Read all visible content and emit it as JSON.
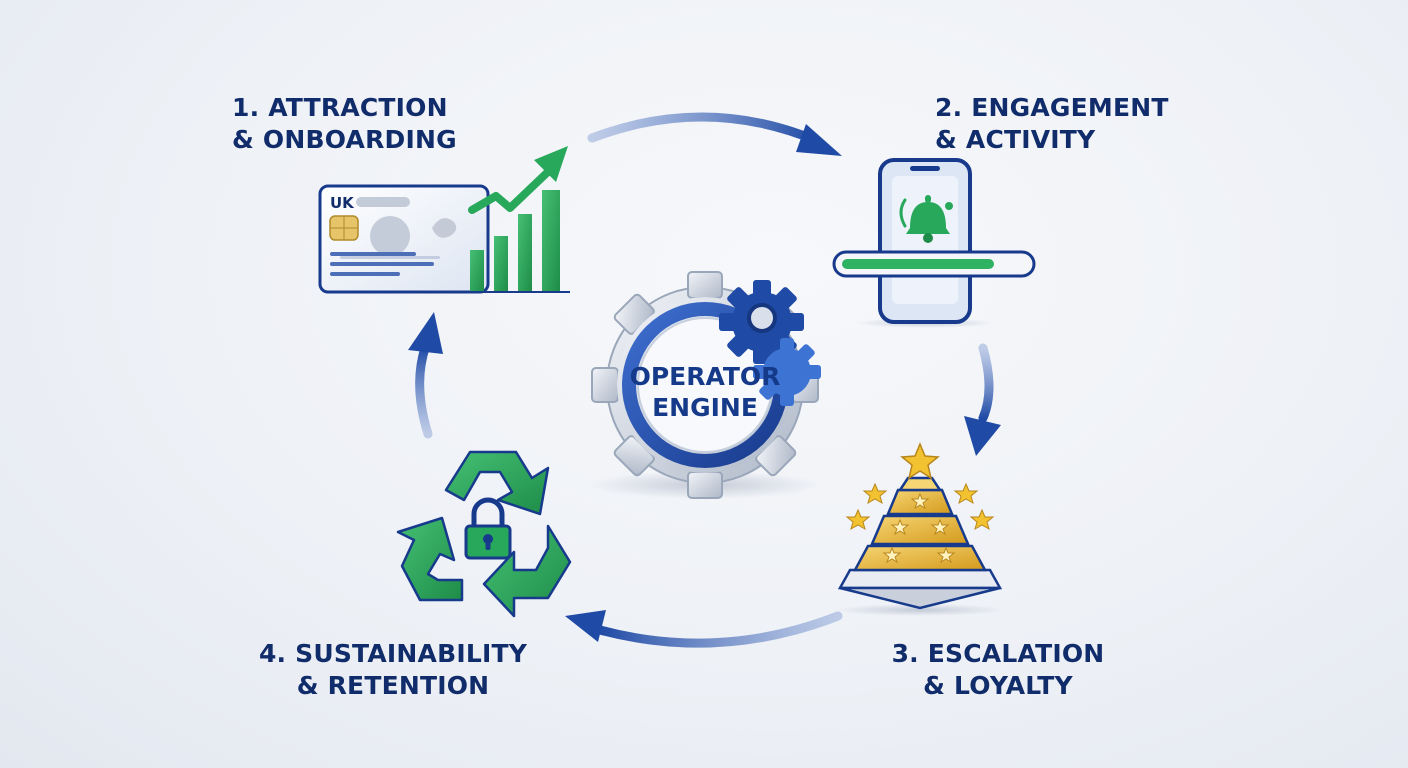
{
  "center": {
    "line1": "OPERATOR",
    "line2": "ENGINE"
  },
  "stages": [
    {
      "line1": "1. ATTRACTION",
      "line2": "& ONBOARDING",
      "icon": "id-card-growth-chart-icon"
    },
    {
      "line1": "2. ENGAGEMENT",
      "line2": "& ACTIVITY",
      "icon": "smartphone-bell-icon"
    },
    {
      "line1": "3. ESCALATION",
      "line2": "& LOYALTY",
      "icon": "star-pyramid-icon"
    },
    {
      "line1": "4. SUSTAINABILITY",
      "line2": "& RETENTION",
      "icon": "recycle-lock-icon"
    }
  ],
  "card": {
    "country": "UK"
  },
  "colors": {
    "navy": "#102c6a",
    "blue": "#2b57b0",
    "green": "#27a85a",
    "gold": "#e8b52a",
    "gear": "#c9d0dc"
  }
}
